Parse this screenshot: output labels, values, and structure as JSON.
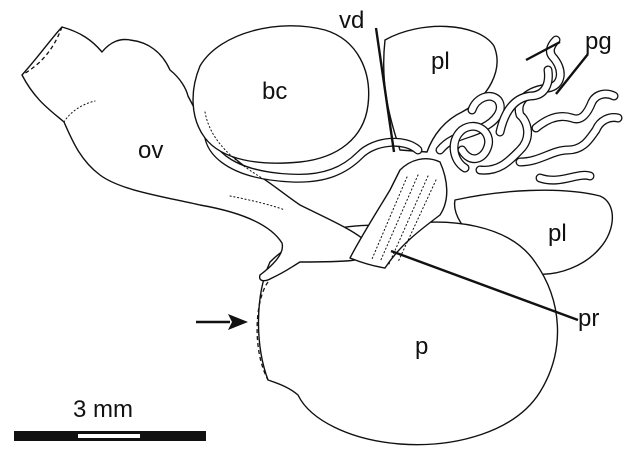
{
  "figure": {
    "labels": {
      "ov": "ov",
      "bc": "bc",
      "vd": "vd",
      "pl_upper": "pl",
      "pl_lower": "pl",
      "pg": "pg",
      "pr": "pr",
      "p": "p"
    },
    "scale_bar": {
      "label": "3 mm"
    },
    "arrow": {
      "direction": "right"
    }
  }
}
